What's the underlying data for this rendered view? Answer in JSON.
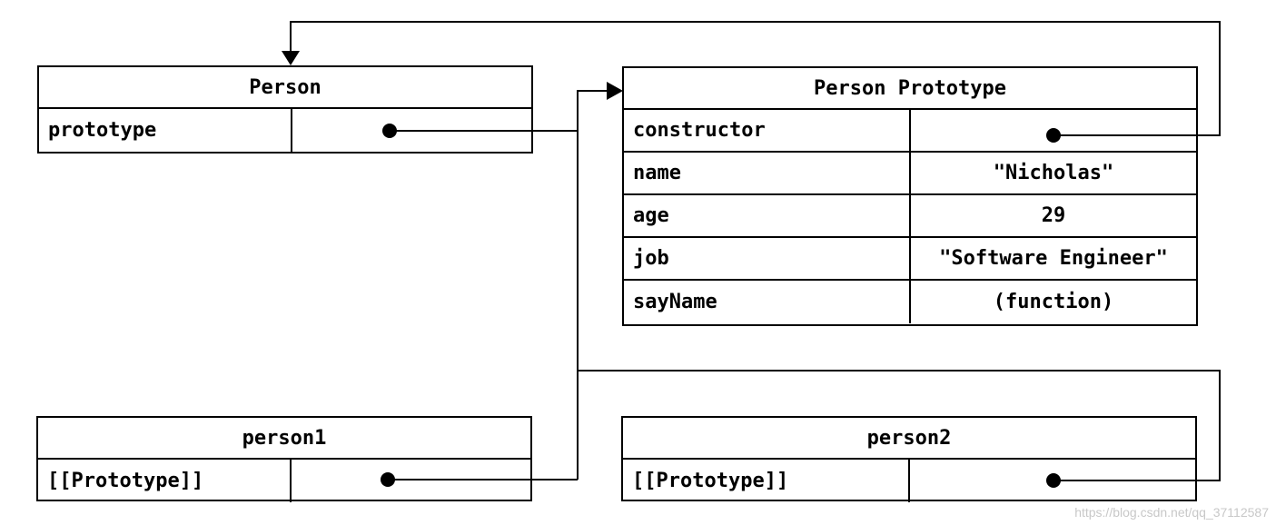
{
  "person": {
    "title": "Person",
    "rows": [
      {
        "key": "prototype",
        "value": ""
      }
    ]
  },
  "prototype_obj": {
    "title": "Person Prototype",
    "rows": [
      {
        "key": "constructor",
        "value": ""
      },
      {
        "key": "name",
        "value": "\"Nicholas\""
      },
      {
        "key": "age",
        "value": "29"
      },
      {
        "key": "job",
        "value": "\"Software Engineer\""
      },
      {
        "key": "sayName",
        "value": "(function)"
      }
    ]
  },
  "person1": {
    "title": "person1",
    "rows": [
      {
        "key": "[[Prototype]]",
        "value": ""
      }
    ]
  },
  "person2": {
    "title": "person2",
    "rows": [
      {
        "key": "[[Prototype]]",
        "value": ""
      }
    ]
  },
  "watermark": "https://blog.csdn.net/qq_37112587"
}
